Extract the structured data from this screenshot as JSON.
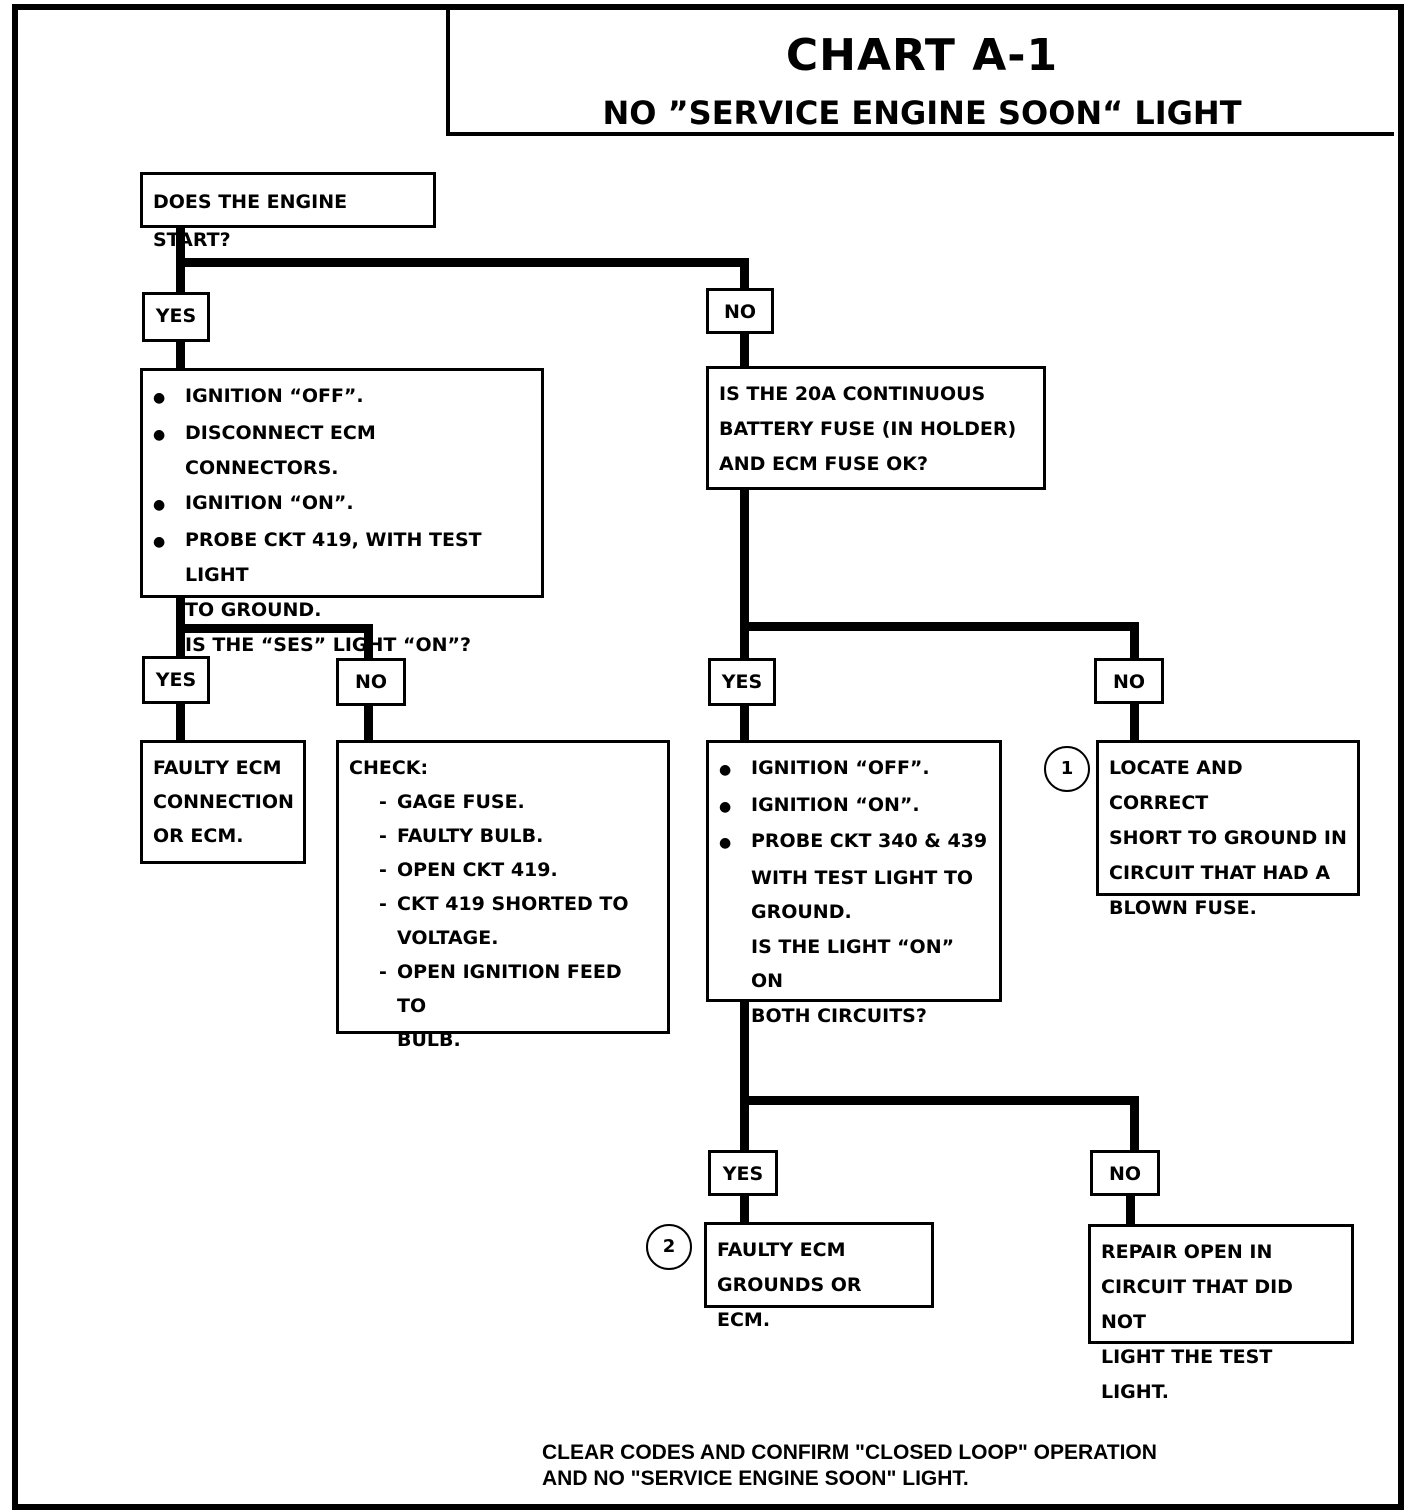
{
  "title": "CHART A-1",
  "subtitle": "NO ”SERVICE ENGINE SOON“ LIGHT",
  "start": "DOES THE ENGINE START?",
  "labels": {
    "yes": "YES",
    "no": "NO"
  },
  "left_steps": {
    "bullets": [
      "IGNITION “OFF”.",
      "DISCONNECT ECM CONNECTORS.",
      "IGNITION “ON”.",
      "PROBE CKT 419, WITH TEST LIGHT"
    ],
    "cont": [
      "TO GROUND.",
      "IS THE “SES” LIGHT “ON”?"
    ]
  },
  "faulty_ecm_connection": [
    "FAULTY ECM",
    "CONNECTION",
    "OR ECM."
  ],
  "check": {
    "head": "CHECK:",
    "items": [
      "GAGE FUSE.",
      "FAULTY BULB.",
      "OPEN CKT 419.",
      "CKT 419 SHORTED TO",
      "VOLTAGE.",
      "OPEN IGNITION FEED TO",
      "BULB."
    ]
  },
  "fuse_question": [
    "IS THE 20A CONTINUOUS",
    "BATTERY FUSE  (IN HOLDER)",
    "AND ECM FUSE OK?"
  ],
  "right_steps": {
    "bullets": [
      "IGNITION “OFF”.",
      "IGNITION “ON”.",
      "PROBE CKT 340 & 439"
    ],
    "cont": [
      "WITH TEST LIGHT TO",
      "GROUND.",
      "IS THE LIGHT “ON” ON",
      "BOTH CIRCUITS?"
    ]
  },
  "locate_short": [
    "LOCATE  AND CORRECT",
    "SHORT TO GROUND IN",
    "CIRCUIT THAT HAD A",
    "BLOWN FUSE."
  ],
  "faulty_grounds": [
    "FAULTY ECM",
    "GROUNDS OR ECM."
  ],
  "repair_open": [
    "REPAIR OPEN IN",
    "CIRCUIT THAT DID NOT",
    "LIGHT THE TEST LIGHT."
  ],
  "notes": {
    "n1": "1",
    "n2": "2"
  },
  "footer": [
    "CLEAR CODES AND CONFIRM \"CLOSED LOOP\" OPERATION",
    "AND NO \"SERVICE ENGINE SOON\" LIGHT."
  ]
}
